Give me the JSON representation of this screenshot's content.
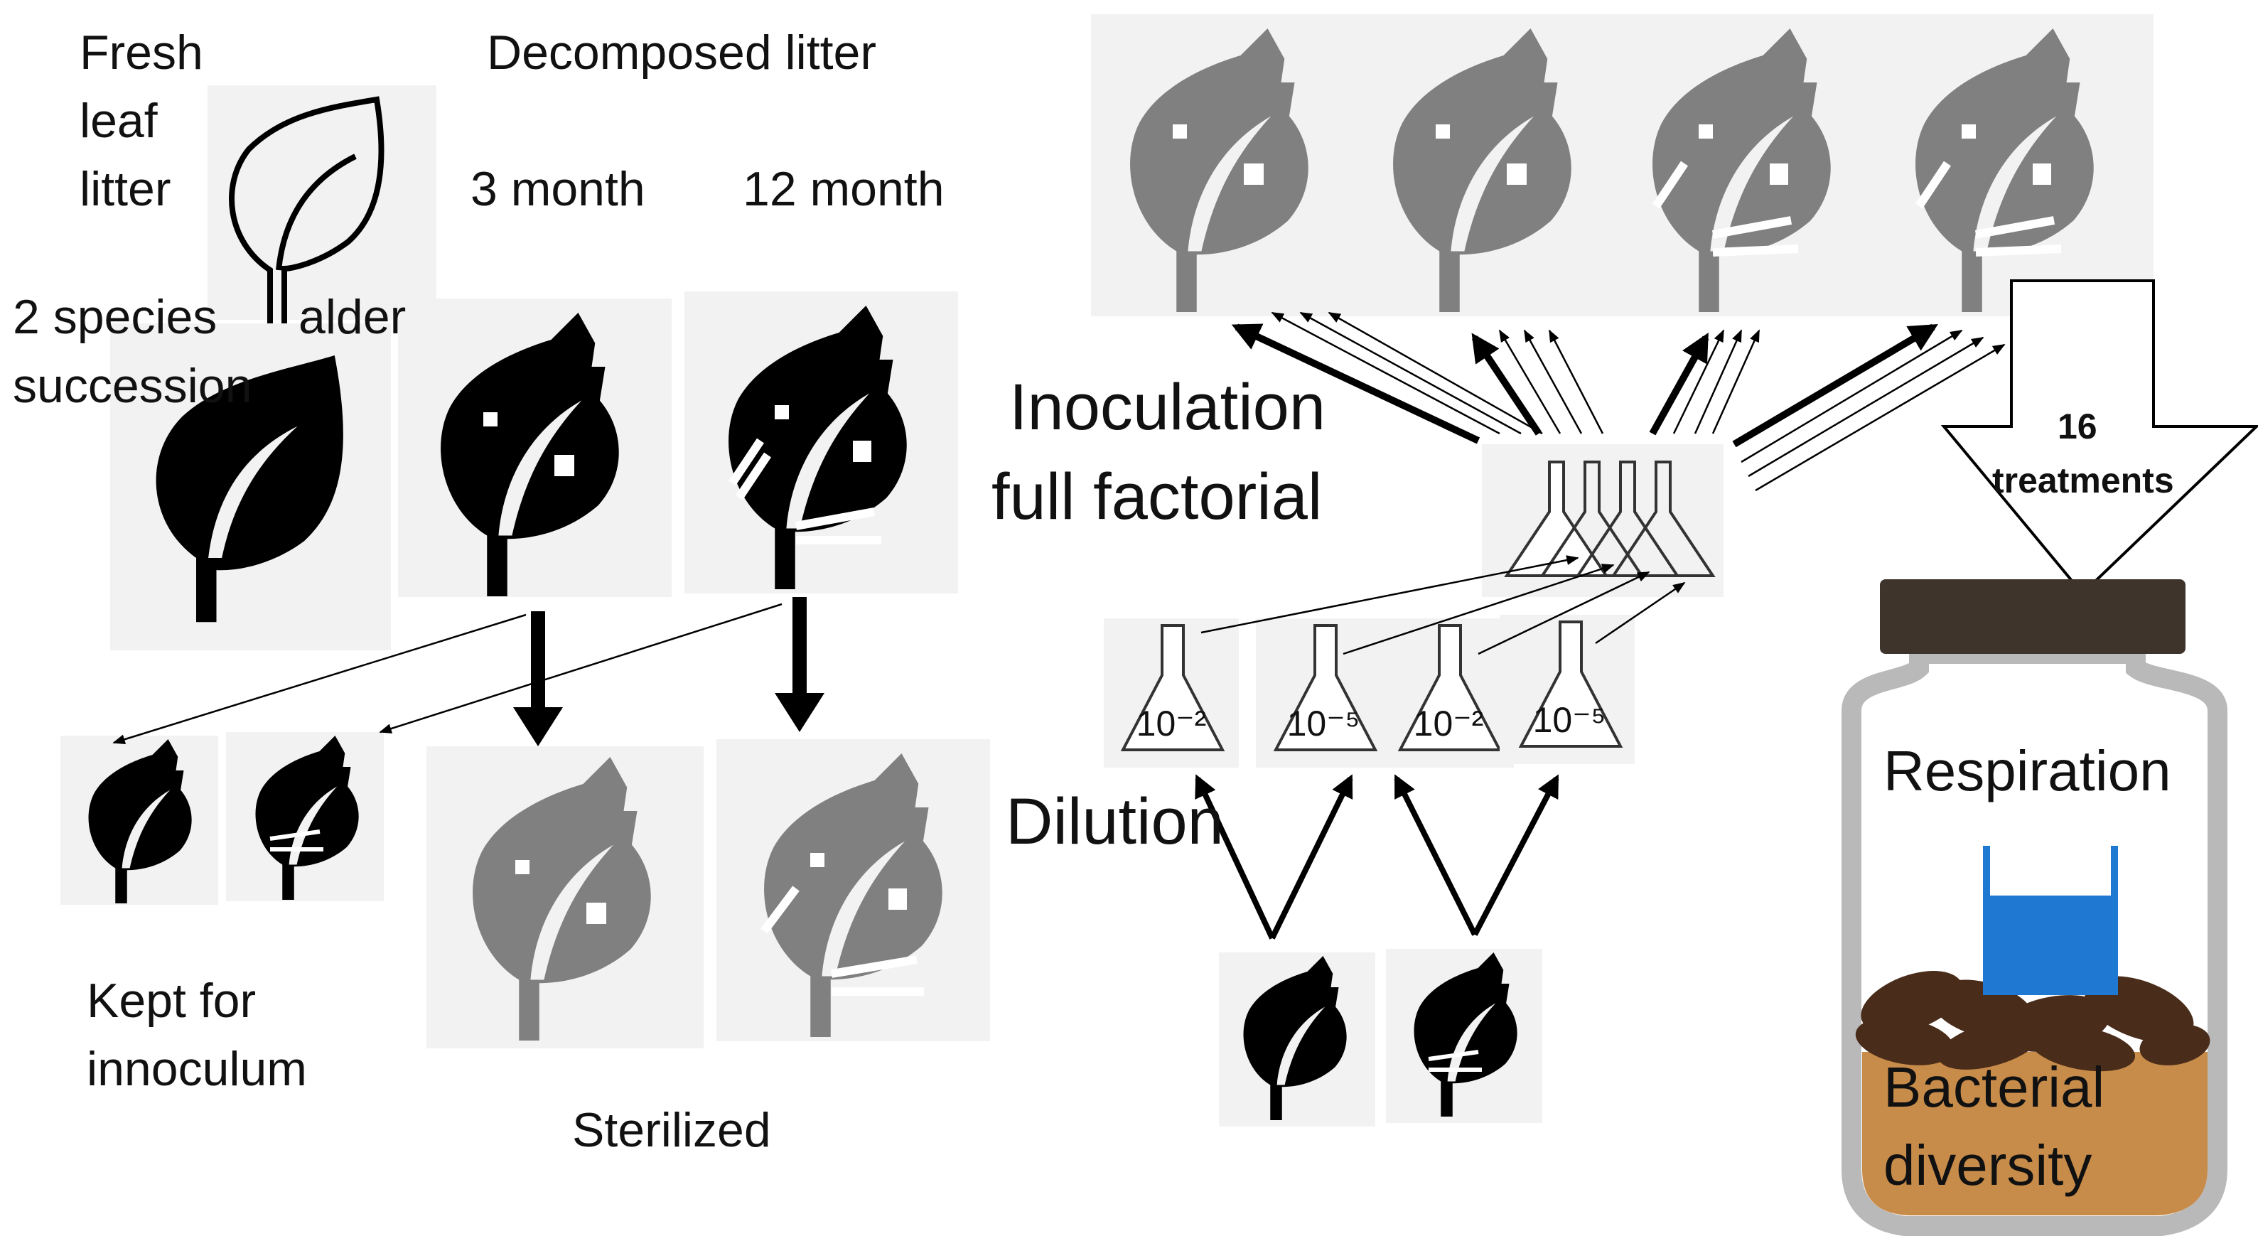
{
  "labels": {
    "fresh_1": "Fresh",
    "fresh_2": "leaf",
    "fresh_3": "litter",
    "decomposed": "Decomposed litter",
    "m3": "3 month",
    "m12": "12 month",
    "species_1": "2 species",
    "species_alder": "alder",
    "species_2": "succession",
    "inoc_1": "Inoculation",
    "inoc_2": "full factorial",
    "kept_1": "Kept for",
    "kept_2": "innoculum",
    "sterilized": "Sterilized",
    "dilution": "Dilution",
    "treat_num": "16",
    "treat_word": "treatments",
    "respiration": "Respiration",
    "bact_1": "Bacterial",
    "bact_2": "diversity"
  },
  "flasks": {
    "f1": "10⁻²",
    "f2": "10⁻⁵",
    "f3": "10⁻²",
    "f4": "10⁻⁵"
  },
  "colors": {
    "fresh_leaf": "#000000",
    "sterilized_leaf": "#808080",
    "panel": "#f2f2f2",
    "jar_lid": "#3e342c",
    "jar_glass": "#b9b9b9",
    "soil": "#c88c4a",
    "litter": "#4a2c1a",
    "water_trap": "#1f78d1"
  }
}
